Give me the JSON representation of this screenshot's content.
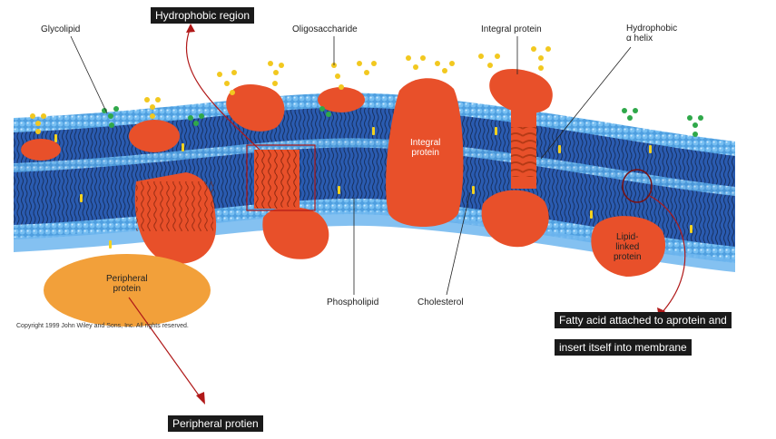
{
  "labels": {
    "glycolipid": "Glycolipid",
    "oligosaccharide": "Oligosaccharide",
    "integral_protein_top": "Integral protein",
    "hydrophobic_helix": "Hydrophobic\nα helix",
    "integral_protein_inner": "Integral\nprotein",
    "lipid_linked": "Lipid-\nlinked\nprotein",
    "peripheral_protein": "Peripheral\nprotein",
    "phospholipid": "Phospholipid",
    "cholesterol": "Cholesterol"
  },
  "copyright": "Copyright 1999 John Wiley and Sons, Inc. All rights reserved.",
  "annotations": {
    "hydrophobic_region": "Hydrophobic region",
    "fatty_acid_line1": "Fatty acid attached to aprotein and",
    "fatty_acid_line2": "insert itself into   membrane",
    "peripheral_protien": "Peripheral protien"
  },
  "colors": {
    "phospholipid_head": "#3d8fd6",
    "membrane_fill": "#2f63b8",
    "protein": "#e8502a",
    "peripheral": "#f2a03a",
    "sugar_yellow": "#f2c81f",
    "sugar_green": "#2fa84a",
    "annotation_arrow": "#b01818",
    "annotation_bg": "#1a1a1a"
  }
}
